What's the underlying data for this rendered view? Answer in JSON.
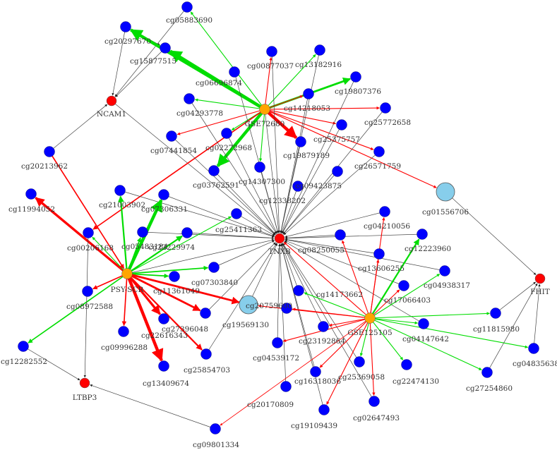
{
  "graph": {
    "colors": {
      "gene": "#ff0000",
      "dataset": "#ffa500",
      "cpg": "#0000ff",
      "large": "#87ceeb",
      "edge_pos": "#ff0000",
      "edge_neg": "#00dd00",
      "edge_neutral": "#444444"
    },
    "nodes": [
      {
        "id": "NCAM1",
        "type": "gene",
        "label": "NCAM1"
      },
      {
        "id": "TNXB",
        "type": "gene",
        "label": "TNXB"
      },
      {
        "id": "FHIT",
        "type": "gene",
        "label": "FHIT"
      },
      {
        "id": "LTBP3",
        "type": "gene",
        "label": "LTBP3"
      },
      {
        "id": "GSE72680",
        "type": "dataset",
        "label": "GSE72680"
      },
      {
        "id": "PSY-SCR",
        "type": "dataset",
        "label": "PSY-SCR"
      },
      {
        "id": "GSE125105",
        "type": "dataset",
        "label": "GSE125105"
      },
      {
        "id": "cg01556706",
        "type": "large",
        "label": "cg01556706"
      },
      {
        "id": "cg19569130",
        "type": "large",
        "label": "cg19569130"
      },
      {
        "id": "cg05883690",
        "type": "cpg",
        "label": "cg05883690"
      },
      {
        "id": "cg20297670",
        "type": "cpg",
        "label": "cg20297670"
      },
      {
        "id": "cg15877515",
        "type": "cpg",
        "label": "cg15877515"
      },
      {
        "id": "cg00877037",
        "type": "cpg",
        "label": "cg00877037"
      },
      {
        "id": "cg13182916",
        "type": "cpg",
        "label": "cg13182916"
      },
      {
        "id": "cg06696874",
        "type": "cpg",
        "label": "cg06696874"
      },
      {
        "id": "cg19807376",
        "type": "cpg",
        "label": "cg19807376"
      },
      {
        "id": "cg04293778",
        "type": "cpg",
        "label": "cg04293778"
      },
      {
        "id": "cg14218053",
        "type": "cpg",
        "label": "cg14218053"
      },
      {
        "id": "cg25772658",
        "type": "cpg",
        "label": "cg25772658"
      },
      {
        "id": "cg25375757",
        "type": "cpg",
        "label": "cg25375757"
      },
      {
        "id": "cg07441854",
        "type": "cpg",
        "label": "cg07441854"
      },
      {
        "id": "cg02272968",
        "type": "cpg",
        "label": "cg02272968"
      },
      {
        "id": "cg19879189",
        "type": "cpg",
        "label": "cg19879189"
      },
      {
        "id": "cg26571759",
        "type": "cpg",
        "label": "cg26571759"
      },
      {
        "id": "cg20213962",
        "type": "cpg",
        "label": "cg20213962"
      },
      {
        "id": "cg03762591",
        "type": "cpg",
        "label": "cg03762591"
      },
      {
        "id": "cg14307300",
        "type": "cpg",
        "label": "cg14307300"
      },
      {
        "id": "cg09423875",
        "type": "cpg",
        "label": "cg09423875"
      },
      {
        "id": "cg12338202",
        "type": "cpg",
        "label": "cg12338202"
      },
      {
        "id": "cg11994052",
        "type": "cpg",
        "label": "cg11994052"
      },
      {
        "id": "cg21003902",
        "type": "cpg",
        "label": "cg21003902"
      },
      {
        "id": "cg07306331",
        "type": "cpg",
        "label": "cg07306331"
      },
      {
        "id": "cg25411363",
        "type": "cpg",
        "label": "cg25411363"
      },
      {
        "id": "cg04210056",
        "type": "cpg",
        "label": "cg04210056"
      },
      {
        "id": "cg00206168",
        "type": "cpg",
        "label": "cg00206168"
      },
      {
        "id": "cg05483184",
        "type": "cpg",
        "label": "cg05483184"
      },
      {
        "id": "cg22229974",
        "type": "cpg",
        "label": "cg22229974"
      },
      {
        "id": "cg08250055",
        "type": "cpg",
        "label": "cg08250055"
      },
      {
        "id": "cg12223960",
        "type": "cpg",
        "label": "cg12223960"
      },
      {
        "id": "cg13606255",
        "type": "cpg",
        "label": "cg13606255"
      },
      {
        "id": "cg07303840",
        "type": "cpg",
        "label": "cg07303840"
      },
      {
        "id": "cg11361049",
        "type": "cpg",
        "label": "cg11361049"
      },
      {
        "id": "cg04938317",
        "type": "cpg",
        "label": "cg04938317"
      },
      {
        "id": "cg08972588",
        "type": "cpg",
        "label": "cg08972588"
      },
      {
        "id": "cg14173662",
        "type": "cpg",
        "label": "cg14173662"
      },
      {
        "id": "cg17066403",
        "type": "cpg",
        "label": "cg17066403"
      },
      {
        "id": "cg20759600",
        "type": "cpg",
        "label": "cg20759600"
      },
      {
        "id": "cg27396048",
        "type": "cpg",
        "label": "cg27396048"
      },
      {
        "id": "cg22616343",
        "type": "cpg",
        "label": "cg22616343"
      },
      {
        "id": "cg11815980",
        "type": "cpg",
        "label": "cg11815980"
      },
      {
        "id": "cg09996288",
        "type": "cpg",
        "label": "cg09996288"
      },
      {
        "id": "cg23192864",
        "type": "cpg",
        "label": "cg23192864"
      },
      {
        "id": "cg04147642",
        "type": "cpg",
        "label": "cg04147642"
      },
      {
        "id": "cg12282552",
        "type": "cpg",
        "label": "cg12282552"
      },
      {
        "id": "cg04539172",
        "type": "cpg",
        "label": "cg04539172"
      },
      {
        "id": "cg25854703",
        "type": "cpg",
        "label": "cg25854703"
      },
      {
        "id": "cg04835638",
        "type": "cpg",
        "label": "cg04835638"
      },
      {
        "id": "cg13409674",
        "type": "cpg",
        "label": "cg13409674"
      },
      {
        "id": "cg25369058",
        "type": "cpg",
        "label": "cg25369058"
      },
      {
        "id": "cg22474130",
        "type": "cpg",
        "label": "cg22474130"
      },
      {
        "id": "cg16318036",
        "type": "cpg",
        "label": "cg16318036"
      },
      {
        "id": "cg27254860",
        "type": "cpg",
        "label": "cg27254860"
      },
      {
        "id": "cg20170809",
        "type": "cpg",
        "label": "cg20170809"
      },
      {
        "id": "cg19109439",
        "type": "cpg",
        "label": "cg19109439"
      },
      {
        "id": "cg02647493",
        "type": "cpg",
        "label": "cg02647493"
      },
      {
        "id": "cg09801334",
        "type": "cpg",
        "label": "cg09801334"
      }
    ],
    "edges": [
      {
        "from": "cg20297670",
        "to": "NCAM1",
        "kind": "neutral",
        "weight": 1
      },
      {
        "from": "cg15877515",
        "to": "NCAM1",
        "kind": "neutral",
        "weight": 1
      },
      {
        "from": "cg05883690",
        "to": "NCAM1",
        "kind": "neutral",
        "weight": 1
      },
      {
        "from": "cg20213962",
        "to": "NCAM1",
        "kind": "neutral",
        "weight": 1
      },
      {
        "from": "NCAM1",
        "to": "TNXB",
        "kind": "neutral",
        "weight": 1
      },
      {
        "from": "cg20297670",
        "to": "cg15877515",
        "kind": "neutral",
        "weight": 1
      },
      {
        "from": "GSE72680",
        "to": "cg20297670",
        "kind": "neg",
        "weight": 4
      },
      {
        "from": "GSE72680",
        "to": "cg15877515",
        "kind": "neg",
        "weight": 4
      },
      {
        "from": "GSE72680",
        "to": "cg05883690",
        "kind": "neg",
        "weight": 1
      },
      {
        "from": "GSE72680",
        "to": "cg00877037",
        "kind": "pos",
        "weight": 1
      },
      {
        "from": "GSE72680",
        "to": "cg13182916",
        "kind": "neg",
        "weight": 1
      },
      {
        "from": "GSE72680",
        "to": "cg19807376",
        "kind": "neg",
        "weight": 2.5
      },
      {
        "from": "GSE72680",
        "to": "cg04293778",
        "kind": "neg",
        "weight": 1
      },
      {
        "from": "GSE72680",
        "to": "cg14218053",
        "kind": "pos",
        "weight": 1
      },
      {
        "from": "GSE72680",
        "to": "cg25772658",
        "kind": "pos",
        "weight": 1
      },
      {
        "from": "GSE72680",
        "to": "cg25375757",
        "kind": "pos",
        "weight": 1
      },
      {
        "from": "GSE72680",
        "to": "cg07441854",
        "kind": "pos",
        "weight": 1
      },
      {
        "from": "GSE72680",
        "to": "cg02272968",
        "kind": "neg",
        "weight": 1
      },
      {
        "from": "GSE72680",
        "to": "cg19879189",
        "kind": "pos",
        "weight": 4
      },
      {
        "from": "GSE72680",
        "to": "cg26571759",
        "kind": "pos",
        "weight": 1
      },
      {
        "from": "GSE72680",
        "to": "cg03762591",
        "kind": "neg",
        "weight": 4
      },
      {
        "from": "GSE72680",
        "to": "cg14307300",
        "kind": "neg",
        "weight": 1
      },
      {
        "from": "GSE72680",
        "to": "cg01556706",
        "kind": "pos",
        "weight": 1
      },
      {
        "from": "GSE72680",
        "to": "cg00206168",
        "kind": "pos",
        "weight": 1.5
      },
      {
        "from": "GSE72680",
        "to": "TNXB",
        "kind": "neutral",
        "weight": 1
      },
      {
        "from": "cg00877037",
        "to": "TNXB",
        "kind": "neutral",
        "weight": 1
      },
      {
        "from": "cg13182916",
        "to": "TNXB",
        "kind": "neutral",
        "weight": 1
      },
      {
        "from": "cg19807376",
        "to": "TNXB",
        "kind": "neutral",
        "weight": 1
      },
      {
        "from": "cg04293778",
        "to": "TNXB",
        "kind": "neutral",
        "weight": 1
      },
      {
        "from": "cg14218053",
        "to": "TNXB",
        "kind": "neutral",
        "weight": 1
      },
      {
        "from": "cg25772658",
        "to": "TNXB",
        "kind": "neutral",
        "weight": 1
      },
      {
        "from": "cg25375757",
        "to": "TNXB",
        "kind": "neutral",
        "weight": 1
      },
      {
        "from": "cg07441854",
        "to": "TNXB",
        "kind": "neutral",
        "weight": 1
      },
      {
        "from": "cg02272968",
        "to": "TNXB",
        "kind": "neutral",
        "weight": 1
      },
      {
        "from": "cg19879189",
        "to": "TNXB",
        "kind": "neutral",
        "weight": 1
      },
      {
        "from": "cg26571759",
        "to": "TNXB",
        "kind": "neutral",
        "weight": 1
      },
      {
        "from": "cg03762591",
        "to": "TNXB",
        "kind": "neutral",
        "weight": 1
      },
      {
        "from": "cg14307300",
        "to": "TNXB",
        "kind": "neutral",
        "weight": 1
      },
      {
        "from": "cg09423875",
        "to": "TNXB",
        "kind": "neutral",
        "weight": 1
      },
      {
        "from": "cg12338202",
        "to": "TNXB",
        "kind": "neutral",
        "weight": 1
      },
      {
        "from": "cg06696874",
        "to": "TNXB",
        "kind": "neutral",
        "weight": 1
      },
      {
        "from": "cg21003902",
        "to": "TNXB",
        "kind": "neutral",
        "weight": 1
      },
      {
        "from": "cg07306331",
        "to": "TNXB",
        "kind": "neutral",
        "weight": 1
      },
      {
        "from": "cg25411363",
        "to": "TNXB",
        "kind": "neutral",
        "weight": 1
      },
      {
        "from": "cg04210056",
        "to": "TNXB",
        "kind": "neutral",
        "weight": 1
      },
      {
        "from": "cg05483184",
        "to": "TNXB",
        "kind": "neutral",
        "weight": 1
      },
      {
        "from": "cg22229974",
        "to": "TNXB",
        "kind": "neutral",
        "weight": 1
      },
      {
        "from": "cg08250055",
        "to": "TNXB",
        "kind": "neutral",
        "weight": 1
      },
      {
        "from": "cg12223960",
        "to": "TNXB",
        "kind": "neutral",
        "weight": 1
      },
      {
        "from": "cg13606255",
        "to": "TNXB",
        "kind": "neutral",
        "weight": 1
      },
      {
        "from": "cg07303840",
        "to": "TNXB",
        "kind": "neutral",
        "weight": 1
      },
      {
        "from": "cg04938317",
        "to": "TNXB",
        "kind": "neutral",
        "weight": 1
      },
      {
        "from": "cg14173662",
        "to": "TNXB",
        "kind": "neutral",
        "weight": 1
      },
      {
        "from": "cg17066403",
        "to": "TNXB",
        "kind": "neutral",
        "weight": 1
      },
      {
        "from": "cg19569130",
        "to": "TNXB",
        "kind": "neutral",
        "weight": 1
      },
      {
        "from": "cg27396048",
        "to": "TNXB",
        "kind": "neutral",
        "weight": 1
      },
      {
        "from": "cg25854703",
        "to": "TNXB",
        "kind": "neutral",
        "weight": 1
      },
      {
        "from": "cg04147642",
        "to": "TNXB",
        "kind": "neutral",
        "weight": 1
      },
      {
        "from": "cg23192864",
        "to": "TNXB",
        "kind": "neutral",
        "weight": 1
      },
      {
        "from": "cg04539172",
        "to": "TNXB",
        "kind": "neutral",
        "weight": 1
      },
      {
        "from": "cg25369058",
        "to": "TNXB",
        "kind": "neutral",
        "weight": 1
      },
      {
        "from": "cg16318036",
        "to": "TNXB",
        "kind": "neutral",
        "weight": 1
      },
      {
        "from": "cg20170809",
        "to": "TNXB",
        "kind": "neutral",
        "weight": 1
      },
      {
        "from": "cg19109439",
        "to": "TNXB",
        "kind": "neutral",
        "weight": 1
      },
      {
        "from": "cg02647493",
        "to": "TNXB",
        "kind": "neutral",
        "weight": 1
      },
      {
        "from": "PSY-SCR",
        "to": "TNXB",
        "kind": "neutral",
        "weight": 1
      },
      {
        "from": "GSE125105",
        "to": "TNXB",
        "kind": "pos",
        "weight": 1
      },
      {
        "from": "PSY-SCR",
        "to": "cg11994052",
        "kind": "pos",
        "weight": 3
      },
      {
        "from": "PSY-SCR",
        "to": "cg21003902",
        "kind": "neg",
        "weight": 2
      },
      {
        "from": "PSY-SCR",
        "to": "cg07306331",
        "kind": "neg",
        "weight": 4
      },
      {
        "from": "PSY-SCR",
        "to": "cg05483184",
        "kind": "neg",
        "weight": 1.5
      },
      {
        "from": "PSY-SCR",
        "to": "cg22229974",
        "kind": "neg",
        "weight": 2
      },
      {
        "from": "PSY-SCR",
        "to": "cg00206168",
        "kind": "neg",
        "weight": 1
      },
      {
        "from": "PSY-SCR",
        "to": "cg25411363",
        "kind": "neg",
        "weight": 1
      },
      {
        "from": "PSY-SCR",
        "to": "cg07303840",
        "kind": "neg",
        "weight": 1.5
      },
      {
        "from": "PSY-SCR",
        "to": "cg11361049",
        "kind": "neg",
        "weight": 1.5
      },
      {
        "from": "PSY-SCR",
        "to": "cg08972588",
        "kind": "pos",
        "weight": 1.5
      },
      {
        "from": "PSY-SCR",
        "to": "cg19569130",
        "kind": "pos",
        "weight": 2.5
      },
      {
        "from": "PSY-SCR",
        "to": "cg27396048",
        "kind": "pos",
        "weight": 2.5
      },
      {
        "from": "PSY-SCR",
        "to": "cg22616343",
        "kind": "pos",
        "weight": 3
      },
      {
        "from": "PSY-SCR",
        "to": "cg09996288",
        "kind": "pos",
        "weight": 1.5
      },
      {
        "from": "PSY-SCR",
        "to": "cg25854703",
        "kind": "pos",
        "weight": 2
      },
      {
        "from": "PSY-SCR",
        "to": "cg13409674",
        "kind": "pos",
        "weight": 4
      },
      {
        "from": "PSY-SCR",
        "to": "cg12282552",
        "kind": "neg",
        "weight": 1.5
      },
      {
        "from": "cg20213962",
        "to": "PSY-SCR",
        "kind": "pos",
        "weight": 1.5
      },
      {
        "from": "cg00206168",
        "to": "LTBP3",
        "kind": "neutral",
        "weight": 1
      },
      {
        "from": "cg12282552",
        "to": "LTBP3",
        "kind": "neutral",
        "weight": 1
      },
      {
        "from": "cg09801334",
        "to": "LTBP3",
        "kind": "neutral",
        "weight": 1
      },
      {
        "from": "GSE125105",
        "to": "cg09801334",
        "kind": "pos",
        "weight": 0.8
      },
      {
        "from": "GSE125105",
        "to": "cg12223960",
        "kind": "neg",
        "weight": 2
      },
      {
        "from": "GSE125105",
        "to": "cg04938317",
        "kind": "neg",
        "weight": 1
      },
      {
        "from": "GSE125105",
        "to": "cg17066403",
        "kind": "pos",
        "weight": 1
      },
      {
        "from": "GSE125105",
        "to": "cg14173662",
        "kind": "neg",
        "weight": 1
      },
      {
        "from": "GSE125105",
        "to": "cg13606255",
        "kind": "pos",
        "weight": 1
      },
      {
        "from": "GSE125105",
        "to": "cg20759600",
        "kind": "pos",
        "weight": 1
      },
      {
        "from": "GSE125105",
        "to": "cg19569130",
        "kind": "pos",
        "weight": 1
      },
      {
        "from": "GSE125105",
        "to": "cg11815980",
        "kind": "neg",
        "weight": 1
      },
      {
        "from": "GSE125105",
        "to": "cg04147642",
        "kind": "neg",
        "weight": 1
      },
      {
        "from": "GSE125105",
        "to": "cg04835638",
        "kind": "neg",
        "weight": 1
      },
      {
        "from": "GSE125105",
        "to": "cg27254860",
        "kind": "neg",
        "weight": 1
      },
      {
        "from": "GSE125105",
        "to": "cg22474130",
        "kind": "neg",
        "weight": 1
      },
      {
        "from": "GSE125105",
        "to": "cg25369058",
        "kind": "neg",
        "weight": 1
      },
      {
        "from": "GSE125105",
        "to": "cg02647493",
        "kind": "pos",
        "weight": 1
      },
      {
        "from": "GSE125105",
        "to": "cg19109439",
        "kind": "pos",
        "weight": 1
      },
      {
        "from": "GSE125105",
        "to": "cg16318036",
        "kind": "pos",
        "weight": 1
      },
      {
        "from": "GSE125105",
        "to": "cg04539172",
        "kind": "pos",
        "weight": 1
      },
      {
        "from": "GSE125105",
        "to": "cg23192864",
        "kind": "pos",
        "weight": 1
      },
      {
        "from": "GSE125105",
        "to": "cg08250055",
        "kind": "pos",
        "weight": 1
      },
      {
        "from": "GSE125105",
        "to": "cg04210056",
        "kind": "pos",
        "weight": 1
      },
      {
        "from": "cg01556706",
        "to": "FHIT",
        "kind": "neutral",
        "weight": 1
      },
      {
        "from": "cg11815980",
        "to": "FHIT",
        "kind": "neutral",
        "weight": 1
      },
      {
        "from": "cg04835638",
        "to": "FHIT",
        "kind": "neutral",
        "weight": 1
      },
      {
        "from": "cg27254860",
        "to": "FHIT",
        "kind": "neutral",
        "weight": 1
      }
    ]
  }
}
